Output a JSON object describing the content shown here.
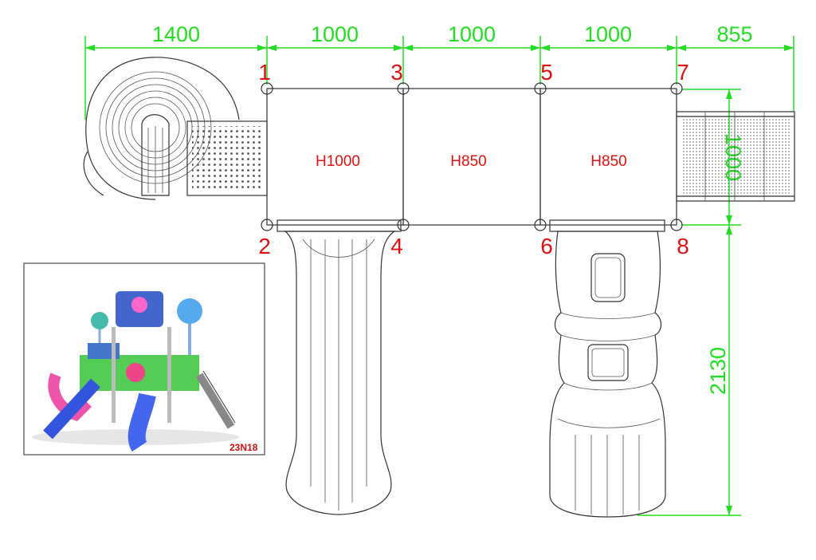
{
  "dimensions": {
    "top": [
      "1400",
      "1000",
      "1000",
      "1000",
      "855"
    ],
    "right_side": "1000",
    "right_long": "2130"
  },
  "points": [
    "1",
    "2",
    "3",
    "4",
    "5",
    "6",
    "7",
    "8"
  ],
  "platforms": [
    "H1000",
    "H850",
    "H850"
  ],
  "product_code": "23N18",
  "colors": {
    "dimension": "#22dd22",
    "labels": "#dd1111",
    "lines": "#333333"
  }
}
